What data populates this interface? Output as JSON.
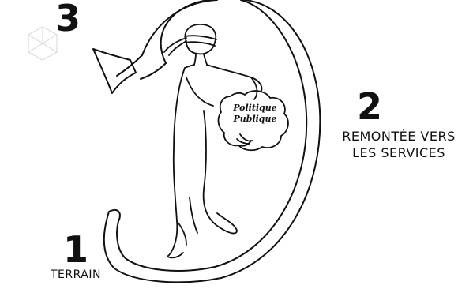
{
  "steps": {
    "three": {
      "number": "3"
    },
    "two": {
      "number": "2",
      "line1": "REMONTÉE VERS",
      "line2": "LES SERVICES"
    },
    "one": {
      "number": "1",
      "label": "TERRAIN"
    }
  },
  "bag": {
    "line1": "Politique",
    "line2": "Publique"
  },
  "icons": [
    "hexagon-logo-icon",
    "blindfolded-figure-icon",
    "curved-arrow-icon",
    "bag-icon"
  ],
  "colors": {
    "ink": "#111111",
    "faint": "#dddddd",
    "background": "#ffffff"
  }
}
